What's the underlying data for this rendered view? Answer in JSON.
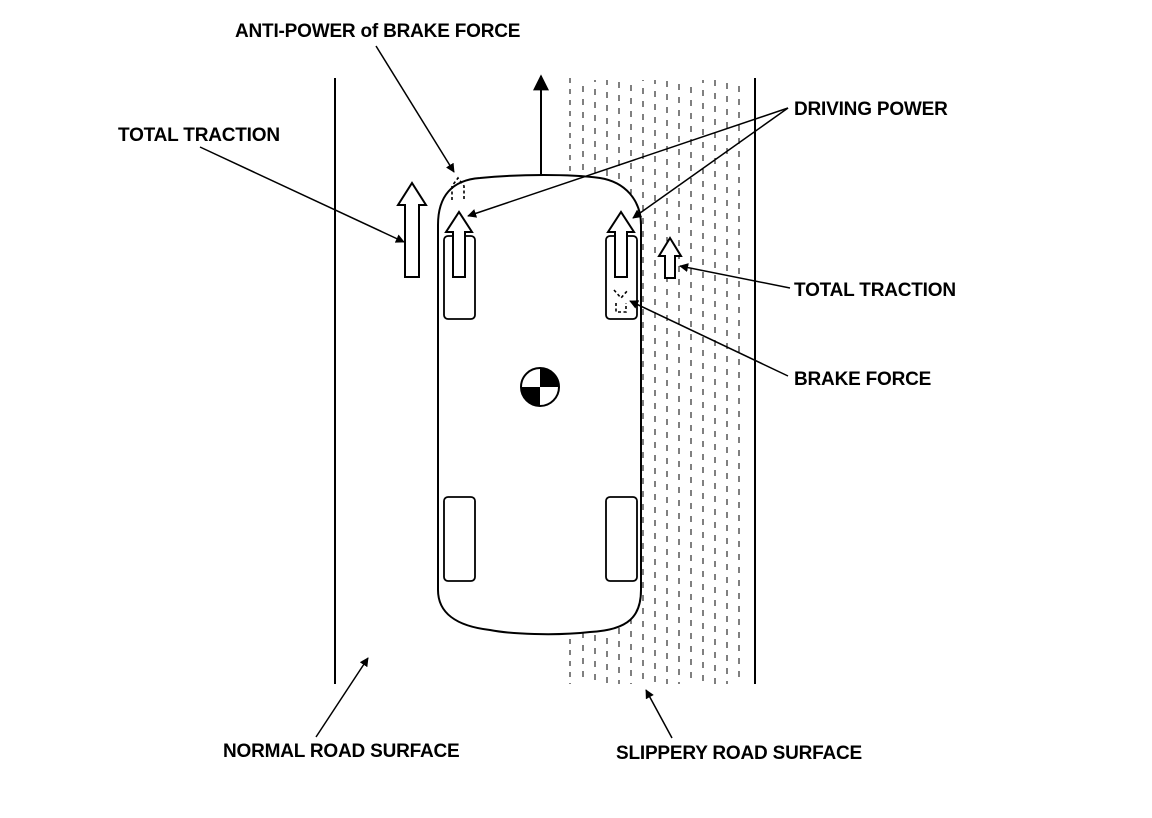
{
  "labels": {
    "anti_power": "ANTI-POWER of BRAKE FORCE",
    "total_traction_left": "TOTAL TRACTION",
    "driving_power": "DRIVING POWER",
    "total_traction_right": "TOTAL TRACTION",
    "brake_force": "BRAKE FORCE",
    "normal_road": "NORMAL ROAD SURFACE",
    "slippery_road": "SLIPPERY ROAD SURFACE"
  },
  "colors": {
    "ink": "#000000",
    "paper": "#ffffff"
  }
}
